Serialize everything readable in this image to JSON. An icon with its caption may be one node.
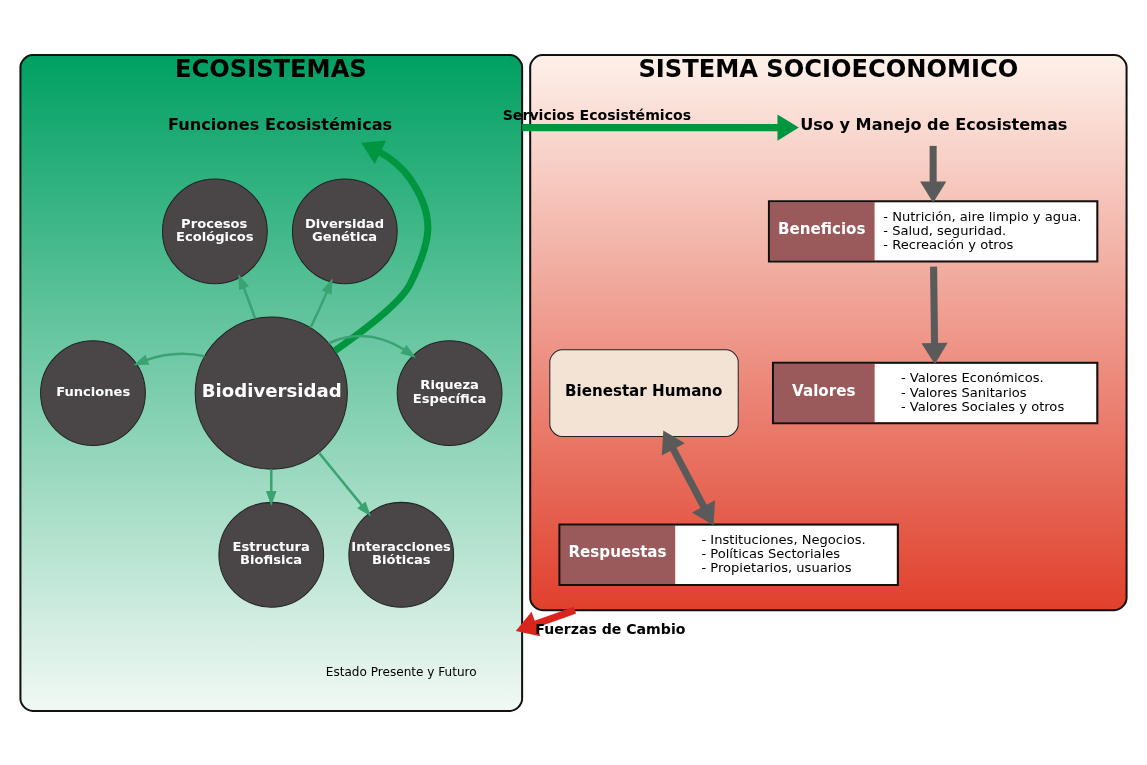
{
  "diagram": {
    "nodes": [
      {
        "text": [
          "ECOSISTEMAS"
        ]
      },
      {
        "text": [
          "Funciones Ecosistémicas"
        ],
        "in": 0
      },
      {
        "text": [
          "Procesos Ecológicos"
        ],
        "in": 0
      },
      {
        "text": [
          "Diversidad Genética"
        ],
        "in": 0
      },
      {
        "text": [
          "Funciones"
        ],
        "in": 0
      },
      {
        "text": [
          "Biodiversidad"
        ],
        "in": 0
      },
      {
        "text": [
          "Riqueza Específica"
        ],
        "in": 0
      },
      {
        "text": [
          "Estructura Biofisica"
        ],
        "in": 0
      },
      {
        "text": [
          "Interacciones Bióticas"
        ],
        "in": 0
      },
      {
        "text": [
          "SISTEMA SOCIOECONOMICO"
        ]
      },
      {
        "text": [
          "Uso y Manejo de Ecosistemas"
        ],
        "in": 9
      },
      {
        "text": [
          "Bienestar Humano"
        ],
        "in": 9
      },
      {
        "text": [
          "Beneficios",
          "- Nutrición, aire limpio y agua.",
          "- Salud, seguridad.",
          "- Recreación y otros"
        ],
        "in": 9
      },
      {
        "text": [
          "Valores",
          "- Valores Económicos.",
          "- Valores Sanitarios",
          "- Valores Sociales y otros"
        ],
        "in": 9
      },
      {
        "text": [
          "Respuestas",
          "- Instituciones, Negocios.",
          "- Políticas Sectoriales",
          "- Propietarios, usuarios"
        ],
        "in": 9
      }
    ],
    "edges": [
      {
        "from": 5,
        "to": 1,
        "arrow": "to",
        "style": "thick",
        "color": "#00963f"
      },
      {
        "from": 5,
        "to": 2,
        "arrow": "to"
      },
      {
        "from": 5,
        "to": 3,
        "arrow": "to"
      },
      {
        "from": 5,
        "to": 4,
        "arrow": "to"
      },
      {
        "from": 5,
        "to": 6,
        "arrow": "to"
      },
      {
        "from": 5,
        "to": 7,
        "arrow": "to"
      },
      {
        "from": 5,
        "to": 8,
        "arrow": "to"
      },
      {
        "from": 0,
        "to": 10,
        "arrow": "to",
        "label": "Servicios Ecosistémicos",
        "style": "thick",
        "color": "#00963f"
      },
      {
        "from": 10,
        "to": 12,
        "arrow": "to",
        "style": "thick",
        "color": "#5a5a5a"
      },
      {
        "from": 12,
        "to": 13,
        "arrow": "to",
        "style": "thick",
        "color": "#5a5a5a"
      },
      {
        "from": 11,
        "to": 14,
        "arrow": "both",
        "style": "thick",
        "color": "#5a5a5a"
      },
      {
        "from": 9,
        "to": 0,
        "arrow": "to",
        "label": "Fuerzas de Cambio",
        "style": "thick",
        "color": "#d9261c"
      }
    ],
    "labels": [
      "Estado Presente y Futuro"
    ]
  }
}
